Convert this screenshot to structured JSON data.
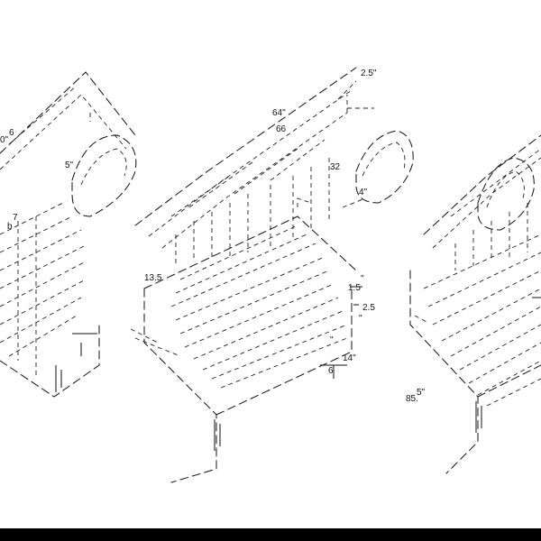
{
  "labels": {
    "dim_top_2_5": "2.5\"",
    "dim_64": "64\"",
    "dim_66": "66",
    "dim_32": "32",
    "dim_4": "4\"",
    "dim_left_0": "0\"",
    "dim_left_6": "6",
    "dim_left_5": "5\"",
    "dim_left_7": "7",
    "dim_left_b": "b",
    "dim_13_5": "13.5",
    "dim_1_5": "1.5",
    "dim_2_5_right": "2.5",
    "dim_14": "14\"",
    "dim_6_bottom": "6",
    "dim_85": "85.",
    "dim_5_right": "5\"",
    "dim_quote_a": "\"",
    "dim_quote_b": "\"",
    "dim_quote_c": "\""
  }
}
